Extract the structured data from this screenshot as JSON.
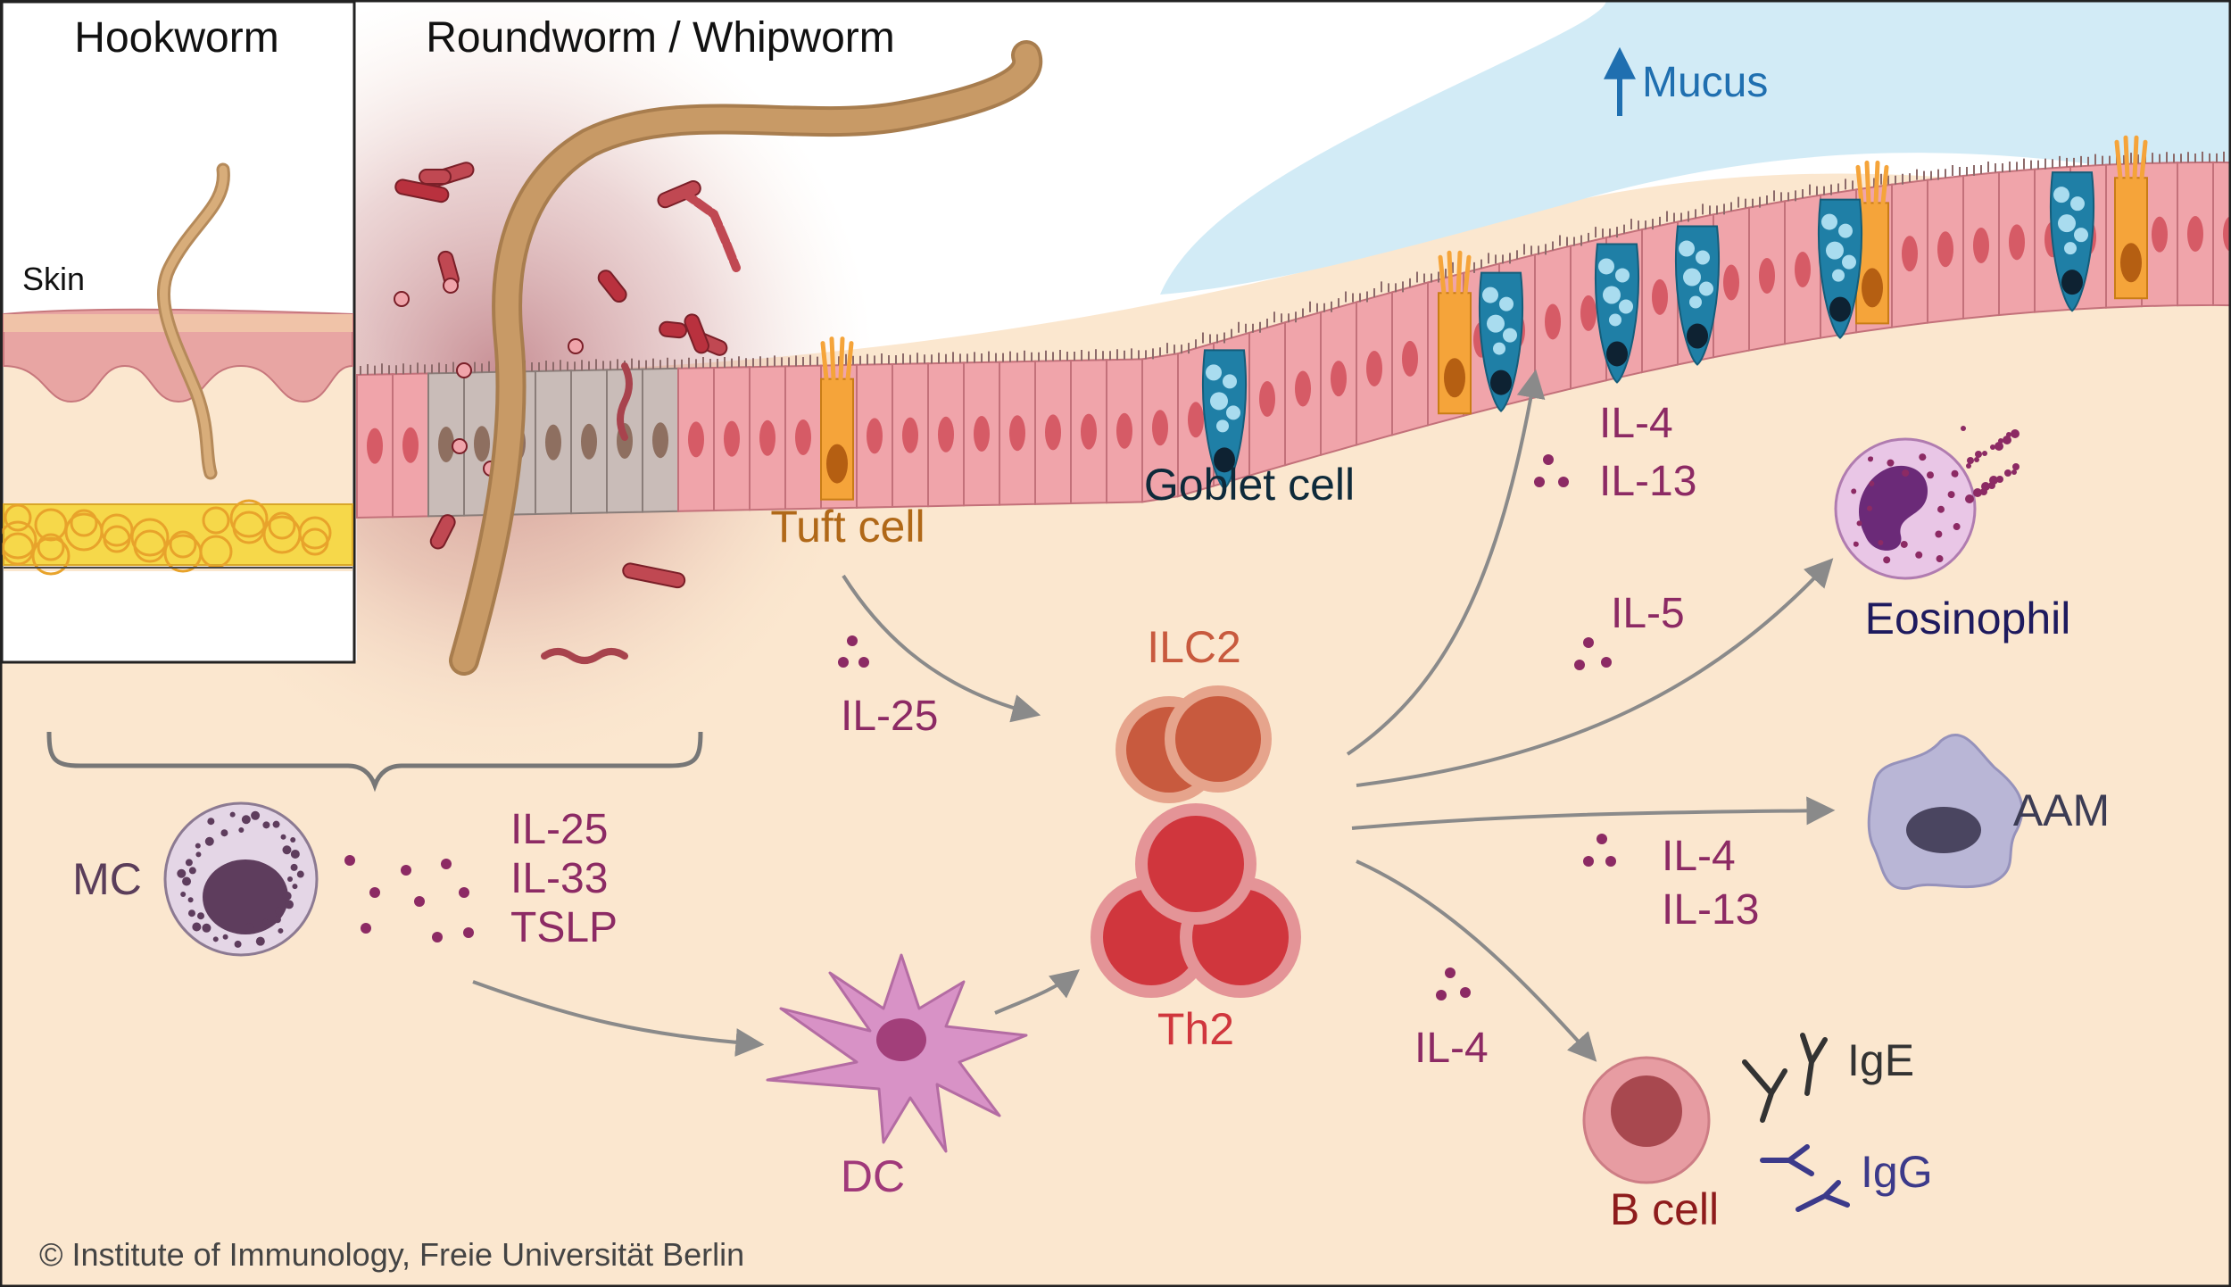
{
  "panels": {
    "hookworm_title": "Hookworm",
    "roundworm_title": "Roundworm / Whipworm",
    "skin_label": "Skin"
  },
  "labels": {
    "mucus": "Mucus",
    "tuft_cell": "Tuft cell",
    "goblet_cell": "Goblet cell",
    "ilc2": "ILC2",
    "th2": "Th2",
    "mc": "MC",
    "dc": "DC",
    "eosinophil": "Eosinophil",
    "aam": "AAM",
    "b_cell": "B cell",
    "ige": "IgE",
    "igg": "IgG"
  },
  "cytokines": {
    "alarmins": [
      "IL-25",
      "IL-33",
      "TSLP"
    ],
    "tuft_il25": "IL-25",
    "goblet_il4": "IL-4",
    "goblet_il13": "IL-13",
    "eos_il5": "IL-5",
    "aam_il4": "IL-4",
    "aam_il13": "IL-13",
    "bcell_il4": "IL-4"
  },
  "copyright": "© Institute of Immunology, Freie Universität Berlin",
  "colors": {
    "tissue": "#fbe7cf",
    "mucus": "#d2ebf6",
    "epithelium": "#eea0a6",
    "worm": "#c49a66",
    "cytokine": "#8c2a64",
    "tuft": "#f5a43a",
    "goblet": "#1f7fa6",
    "ilc2": "#c85a3e",
    "th2": "#d0363d",
    "arrow": "#8a8a8a"
  }
}
